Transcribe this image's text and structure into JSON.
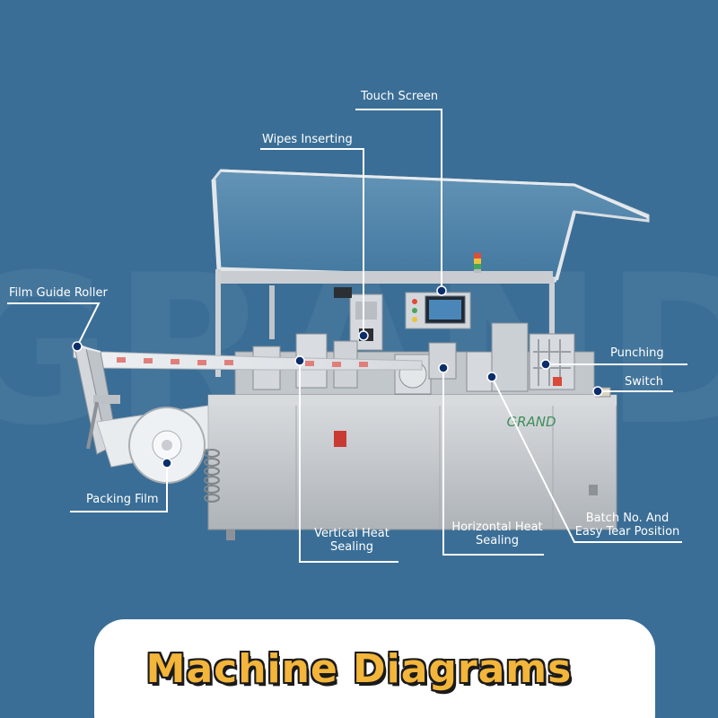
{
  "watermark": "GRAND",
  "machine": {
    "brand_logo": "GRAND"
  },
  "callouts": {
    "touch_screen": "Touch Screen",
    "wipes_inserting": "Wipes Inserting",
    "film_guide_roller": "Film Guide Roller",
    "punching": "Punching",
    "switch": "Switch",
    "packing_film": "Packing Film",
    "vertical_heat_sealing_1": "Vertical Heat",
    "vertical_heat_sealing_2": "Sealing",
    "horizontal_heat_sealing_1": "Horizontal Heat",
    "horizontal_heat_sealing_2": "Sealing",
    "batch_no_1": "Batch No. And",
    "batch_no_2": "Easy Tear Position"
  },
  "footer": {
    "title": "Machine Diagrams"
  },
  "colors": {
    "background": "#3a6e96",
    "leader_line": "#ffffff",
    "marker_dot": "#0b2d6b",
    "title_fill": "#f3b53a",
    "title_outline": "#1b1b1b"
  }
}
